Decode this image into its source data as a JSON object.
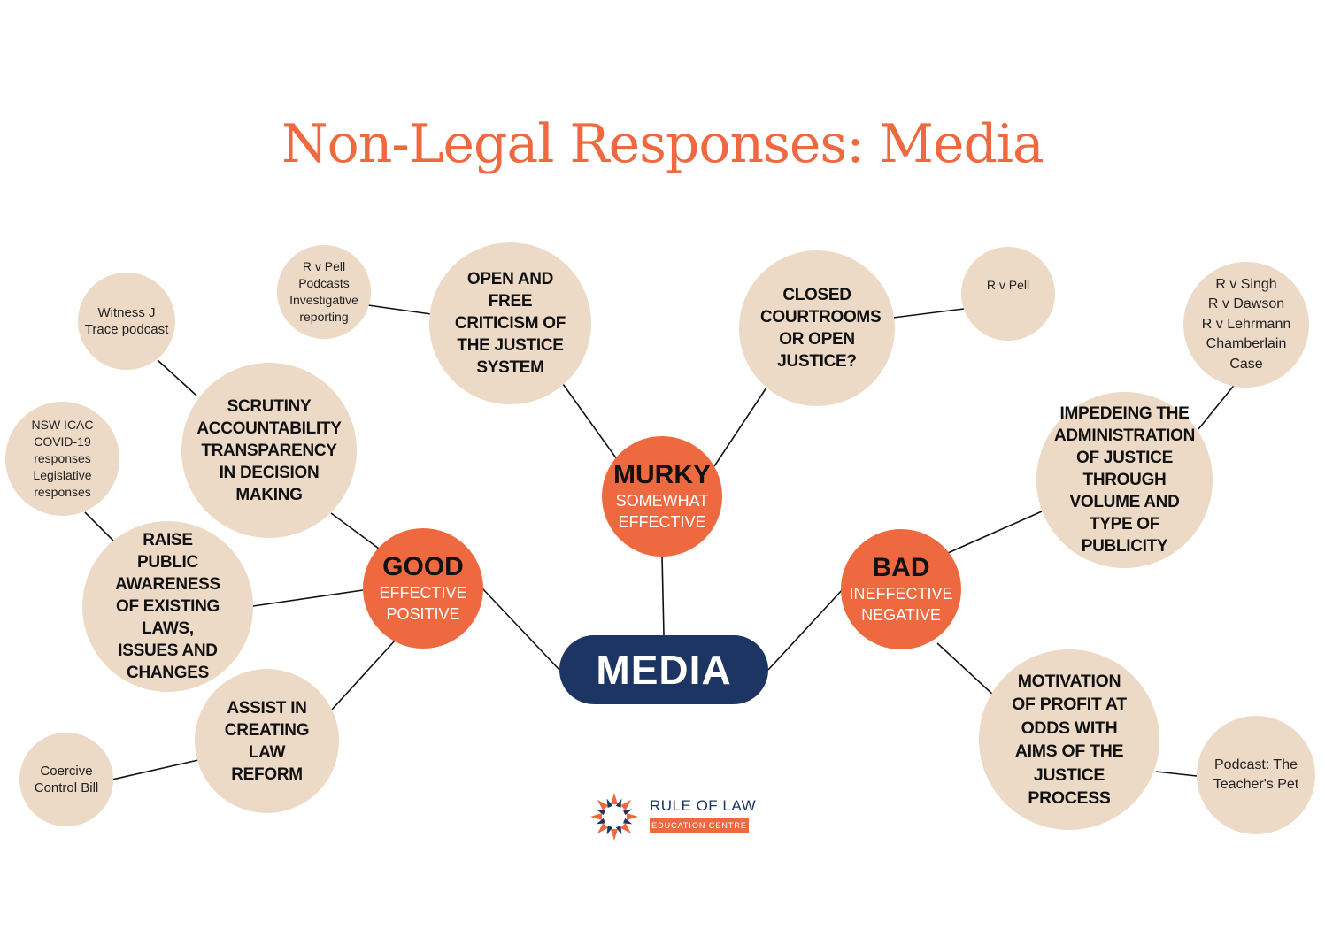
{
  "title": "Non-Legal Responses: Media",
  "center": {
    "label": "MEDIA"
  },
  "hubs": {
    "good": {
      "title": "GOOD",
      "sub1": "EFFECTIVE",
      "sub2": "POSITIVE"
    },
    "murky": {
      "title": "MURKY",
      "sub1": "SOMEWHAT",
      "sub2": "EFFECTIVE"
    },
    "bad": {
      "title": "BAD",
      "sub1": "INEFFECTIVE",
      "sub2": "NEGATIVE"
    }
  },
  "good_branches": {
    "scrutiny": "SCRUTINY ACCOUNTABILITY TRANSPARENCY IN DECISION MAKING",
    "awareness": "RAISE PUBLIC AWARENESS OF EXISTING LAWS, ISSUES AND CHANGES",
    "reform": "ASSIST IN CREATING LAW REFORM"
  },
  "good_examples": {
    "scrutiny": "Witness J\nTrace podcast",
    "awareness": "NSW ICAC\nCOVID-19\nresponses\nLegislative\nresponses",
    "reform": "Coercive\nControl Bill"
  },
  "murky_branches": {
    "criticism": "OPEN AND FREE CRITICISM OF THE JUSTICE SYSTEM",
    "courtrooms": "CLOSED COURTROOMS OR OPEN JUSTICE?"
  },
  "murky_examples": {
    "criticism": "R v Pell\nPodcasts\nInvestigative\nreporting",
    "courtrooms": "R v Pell"
  },
  "bad_branches": {
    "impeding": "IMPEDEING THE ADMINISTRATION OF JUSTICE THROUGH VOLUME AND TYPE OF PUBLICITY",
    "profit": "MOTIVATION OF PROFIT AT ODDS WITH AIMS OF THE JUSTICE PROCESS"
  },
  "bad_examples": {
    "impeding": "R v Singh\nR v Dawson\nR v Lehrmann\nChamberlain\nCase",
    "profit": "Podcast: The\nTeacher's Pet"
  },
  "logo": {
    "line1": "RULE OF LAW",
    "line2": "EDUCATION CENTRE"
  },
  "colors": {
    "accent": "#ee6940",
    "navy": "#1d3562",
    "bubble": "#ecd9c6"
  }
}
